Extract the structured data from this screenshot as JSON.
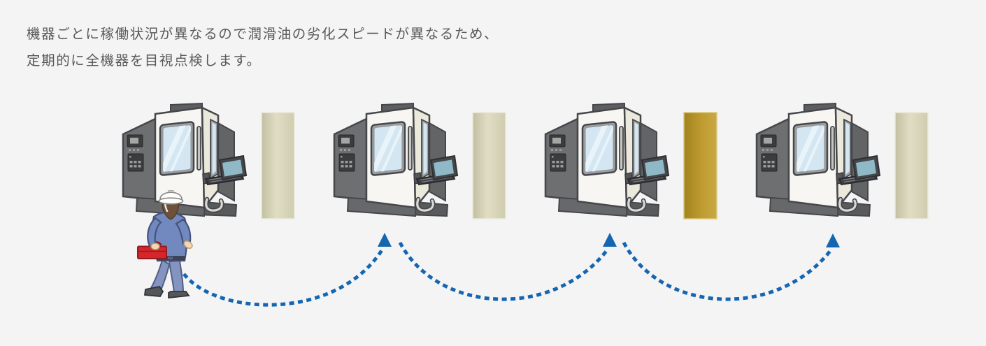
{
  "caption": {
    "line1": "機器ごとに稼働状況が異なるので潤滑油の劣化スピードが異なるため、",
    "line2": "定期的に全機器を目視点検します。"
  },
  "colors": {
    "background": "#f4f4f5",
    "caption_text": "#595757",
    "arrow_blue": "#1566b1",
    "machine_body": "#f7f6f2",
    "machine_dark_panel": "#6e6f71",
    "window_glass": "#d4e6f2",
    "oil_column_normal": "#d6d3b6",
    "oil_column_degraded": "#bb9830",
    "worker_uniform_blue": "#7189bf",
    "toolbox_red": "#d7262b",
    "helmet_white": "#fdfdfd"
  },
  "scene": {
    "machines": [
      {
        "name": "machine-1",
        "oil_column_state": "normal"
      },
      {
        "name": "machine-2",
        "oil_column_state": "normal"
      },
      {
        "name": "machine-3",
        "oil_column_state": "degraded"
      },
      {
        "name": "machine-4",
        "oil_column_state": "normal"
      }
    ],
    "worker": {
      "headgear": "white-helmet",
      "carrying": "red-toolbox",
      "uniform": "blue-workwear"
    },
    "inspection_path": {
      "arrow_count": 3,
      "style": "dashed-curve",
      "direction": "left-to-right",
      "arrowhead": "triangle-up"
    }
  }
}
